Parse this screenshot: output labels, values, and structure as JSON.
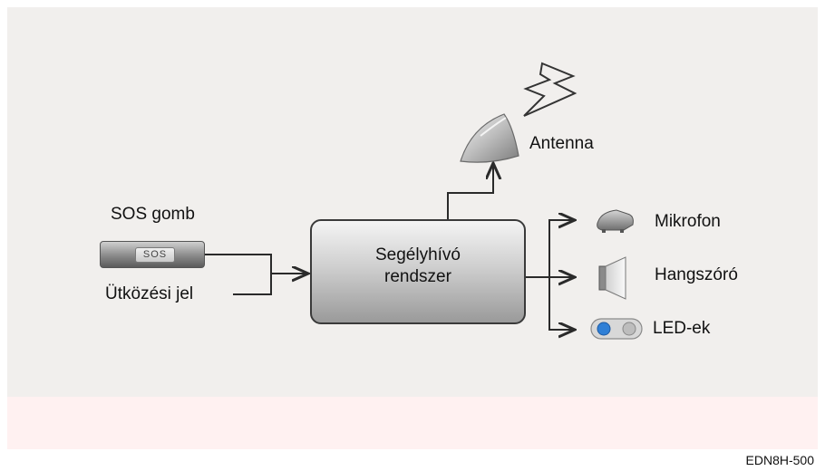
{
  "diagram": {
    "sos_button_label": "SOS gomb",
    "sos_button_text": "SOS",
    "crash_signal_label": "Ütközési jel",
    "main_box_line1": "Segélyhívó",
    "main_box_line2": "rendszer",
    "antenna_label": "Antenna",
    "microphone_label": "Mikrofon",
    "speaker_label": "Hangszóró",
    "leds_label": "LED-ek"
  },
  "footer": {
    "code": "EDN8H-500"
  },
  "colors": {
    "top_panel": "#f1efed",
    "bottom_panel": "#fff1f1",
    "led_blue": "#2f7fd6",
    "line": "#2a2a2a"
  }
}
